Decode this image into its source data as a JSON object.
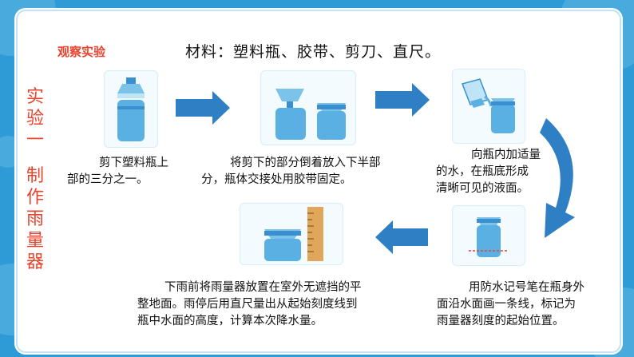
{
  "header": {
    "section_label": "观察实验",
    "materials": "材料：塑料瓶、胶带、剪刀、直尺。"
  },
  "side_title": {
    "part1": [
      "实",
      "验",
      "一"
    ],
    "part2": [
      "制",
      "作",
      "雨",
      "量",
      "器"
    ]
  },
  "steps": [
    {
      "line1": "剪下塑料瓶上",
      "line2": "部的三分之一。"
    },
    {
      "line1": "将剪下的部分倒着放入下半部",
      "line2": "分，瓶体交接处用胶带固定。"
    },
    {
      "line1": "向瓶内加适量",
      "line2": "的水，在瓶底形成",
      "line3": "清晰可见的液面。"
    },
    {
      "line1": "用防水记号笔在瓶身外",
      "line2": "面沿水面画一条线，标记为",
      "line3": "雨量器刻度的起始位置。"
    },
    {
      "line1": "下雨前将雨量器放置在室外无遮挡的平",
      "line2": "整地面。雨停后用直尺量出从起始刻度线到",
      "line3": "瓶中水面的高度，计算本次降水量。"
    }
  ],
  "colors": {
    "background": "#2e9bd6",
    "accent_red": "#e8432c",
    "arrow_blue": "#2f7fc4"
  }
}
